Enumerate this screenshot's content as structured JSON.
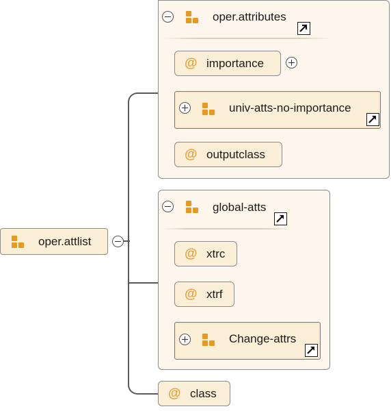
{
  "root": {
    "label": "oper.attlist"
  },
  "groups": [
    {
      "title": "oper.attributes",
      "children": [
        {
          "kind": "attribute",
          "label": "importance"
        },
        {
          "kind": "group-ref",
          "label": "univ-atts-no-importance"
        },
        {
          "kind": "attribute",
          "label": "outputclass"
        }
      ]
    },
    {
      "title": "global-atts",
      "children": [
        {
          "kind": "attribute",
          "label": "xtrc"
        },
        {
          "kind": "attribute",
          "label": "xtrf"
        },
        {
          "kind": "group-ref",
          "label": "Change-attrs"
        }
      ]
    }
  ],
  "standalone": [
    {
      "kind": "attribute",
      "label": "class"
    }
  ],
  "symbols": {
    "attribute_marker": "@"
  },
  "colors": {
    "accent_orange": "#e89a1e",
    "node_fill": "#fcefd7",
    "panel_fill": "#fdf6ec",
    "border": "#8c8c8c"
  }
}
